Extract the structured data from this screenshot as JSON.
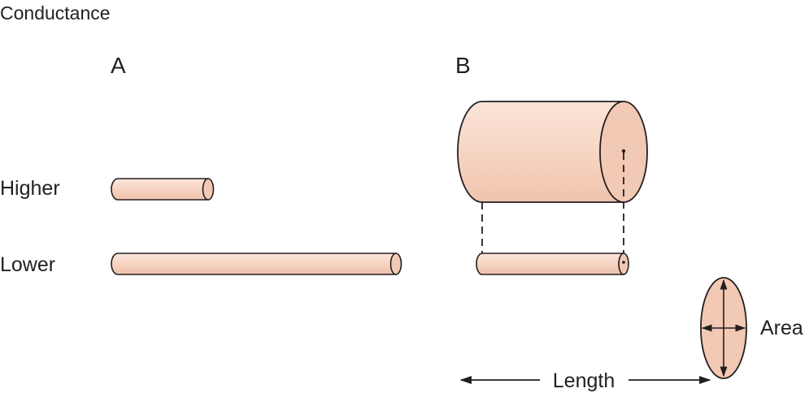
{
  "figure": {
    "title": "Conductance",
    "panel_a_label": "A",
    "panel_b_label": "B",
    "row_higher_label": "Higher",
    "row_lower_label": "Lower",
    "length_label": "Length",
    "area_label": "Area"
  },
  "colors": {
    "cylinder_body": "#f8d9c8",
    "cylinder_body_shade": "#eebfa9",
    "cylinder_end_face": "#f2c9b4",
    "outline": "#231f20"
  }
}
